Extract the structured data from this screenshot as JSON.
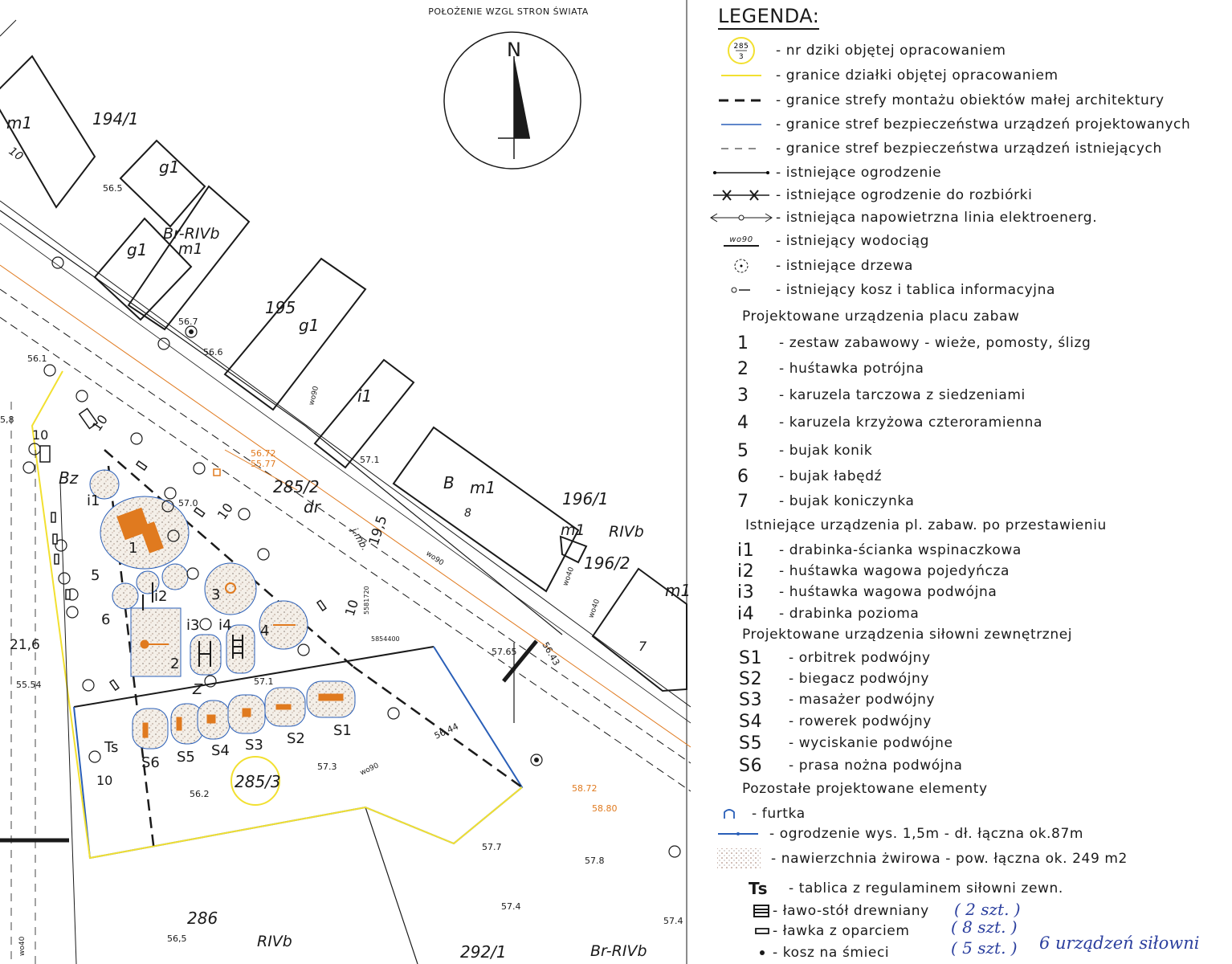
{
  "compass": {
    "caption": "POŁOŻENIE WZGL STRON ŚWIATA",
    "north": "N"
  },
  "map_labels": {
    "plot_m1_a": "m1",
    "plot_10_a": "10",
    "plot_194_1": "194/1",
    "g1_a": "g1",
    "g1_b": "g1",
    "br_rivb_a": "Br-RIVb",
    "m1_b": "m1",
    "p195": "195",
    "g1_c": "g1",
    "i1_bldg": "i1",
    "b_bldg": "B",
    "m1_c": "m1",
    "n8": "8",
    "p196_1": "196/1",
    "m1_d": "m1",
    "rivb_a": "RIVb",
    "p196_2": "196/2",
    "m1_e": "m1",
    "n7": "7",
    "p285_2": "285/2",
    "dr": "dr",
    "jmb": "j.mb.",
    "d195": "19,5",
    "d10_a": "10",
    "d10_b": "10",
    "d10_c": "10",
    "d10_d": "10",
    "d10_e": "10",
    "d21_6": "21,6",
    "bz": "Bz",
    "e56_5": "56.5",
    "e56_7": "56.7",
    "e56_6": "56.6",
    "e56_1": "56.1",
    "e57_0": "57.0",
    "e57_1_a": "57.1",
    "e57_1_b": "57.1",
    "e56_72": "56.72",
    "e55_77": "55.77",
    "e5_8": "5,8",
    "e55_54": "55.54",
    "e57_65": "57.65",
    "e56_43": "56.43",
    "e56_44": "56.44",
    "e57_3": "57.3",
    "e56_2": "56.2",
    "e58_72": "58.72",
    "e58_80": "58.80",
    "e57_7": "57.7",
    "e57_8": "57.8",
    "e57_4_a": "57.4",
    "e57_4_b": "57.4",
    "e56_5b": "56,5",
    "coord_a": "5581720",
    "coord_b": "5854400",
    "wo90_a": "wo90",
    "wo90_b": "wo90",
    "wo40_a": "wo40",
    "wo40_b": "wo40",
    "wo40_c": "wo40",
    "wo90_c": "wo90",
    "n1": "1",
    "n2": "2",
    "n3": "3",
    "n4": "4",
    "n5": "5",
    "n6": "6",
    "i1": "i1",
    "i2": "i2",
    "i3": "i3",
    "i4": "i4",
    "z": "Z",
    "ts": "Ts",
    "s1": "S1",
    "s2": "S2",
    "s3": "S3",
    "s4": "S4",
    "s5": "S5",
    "s6": "S6",
    "p285_3": "285/3",
    "p286": "286",
    "rivb_b": "RIVb",
    "p292_1": "292/1",
    "br_rivb_b": "Br-RIVb",
    "p285_sym_top": "285",
    "p285_sym_bot": "3"
  },
  "legend": {
    "title": "LEGENDA:",
    "items": [
      {
        "sym": "",
        "text": "- nr dziki objętej opracowaniem"
      },
      {
        "sym": "",
        "text": "- granice działki objętej opracowaniem"
      },
      {
        "sym": "",
        "text": "- granice strefy montażu obiektów małej architektury"
      },
      {
        "sym": "",
        "text": "- granice stref bezpieczeństwa urządzeń projektowanych"
      },
      {
        "sym": "",
        "text": "- granice stref bezpieczeństwa urządzeń istniejących"
      },
      {
        "sym": "",
        "text": "- istniejące ogrodzenie"
      },
      {
        "sym": "",
        "text": "- istniejące ogrodzenie do rozbiórki"
      },
      {
        "sym": "",
        "text": "- istniejąca napowietrzna linia elektroenerg."
      },
      {
        "sym": "wo90",
        "text": "- istniejący wodociąg"
      },
      {
        "sym": "",
        "text": "- istniejące drzewa"
      },
      {
        "sym": "",
        "text": "- istniejący kosz i tablica informacyjna"
      }
    ],
    "section_play": "Projektowane urządzenia placu zabaw",
    "play": [
      {
        "sym": "1",
        "text": "- zestaw zabawowy - wieże, pomosty, ślizg"
      },
      {
        "sym": "2",
        "text": "- huśtawka potrójna"
      },
      {
        "sym": "3",
        "text": "- karuzela tarczowa z siedzeniami"
      },
      {
        "sym": "4",
        "text": "- karuzela krzyżowa czteroramienna"
      },
      {
        "sym": "5",
        "text": "- bujak konik"
      },
      {
        "sym": "6",
        "text": "- bujak łabędź"
      },
      {
        "sym": "7",
        "text": "- bujak koniczynka"
      }
    ],
    "section_existing": "Istniejące urządzenia pl. zabaw. po przestawieniu",
    "existing": [
      {
        "sym": "i1",
        "text": "- drabinka-ścianka wspinaczkowa"
      },
      {
        "sym": "i2",
        "text": "- huśtawka wagowa pojedyńcza"
      },
      {
        "sym": "i3",
        "text": "- huśtawka wagowa podwójna"
      },
      {
        "sym": "i4",
        "text": "- drabinka pozioma"
      }
    ],
    "section_gym": "Projektowane urządzenia siłowni zewnętrznej",
    "gym": [
      {
        "sym": "S1",
        "text": "- orbitrek podwójny"
      },
      {
        "sym": "S2",
        "text": "- biegacz podwójny"
      },
      {
        "sym": "S3",
        "text": "- masażer podwójny"
      },
      {
        "sym": "S4",
        "text": "- rowerek podwójny"
      },
      {
        "sym": "S5",
        "text": "- wyciskanie podwójne"
      },
      {
        "sym": "S6",
        "text": "- prasa nożna podwójna"
      }
    ],
    "section_other": "Pozostałe projektowane elementy",
    "other": [
      {
        "sym": "",
        "text": "- furtka"
      },
      {
        "sym": "",
        "text": "- ogrodzenie wys. 1,5m - dł. łączna ok.87m"
      },
      {
        "sym": "",
        "text": "- nawierzchnia żwirowa - pow. łączna ok. 249 m2"
      },
      {
        "sym": "Ts",
        "text": "- tablica z regulaminem siłowni zewn."
      },
      {
        "sym": "",
        "text": "- ławo-stół drewniany"
      },
      {
        "sym": "",
        "text": "- ławka z oparciem"
      },
      {
        "sym": "",
        "text": "- kosz na śmieci"
      }
    ],
    "handwritten": {
      "n1": "( 2 szt. )",
      "n2": "( 8 szt. )",
      "n3": "( 5 szt. )",
      "note": "6 urządzeń siłowni"
    }
  },
  "colors": {
    "orange": "#e07a1f",
    "yellow": "#f2e030",
    "blue": "#2a5fb8",
    "ink": "#1a1a1a",
    "handwriting": "#2b3f9e"
  }
}
